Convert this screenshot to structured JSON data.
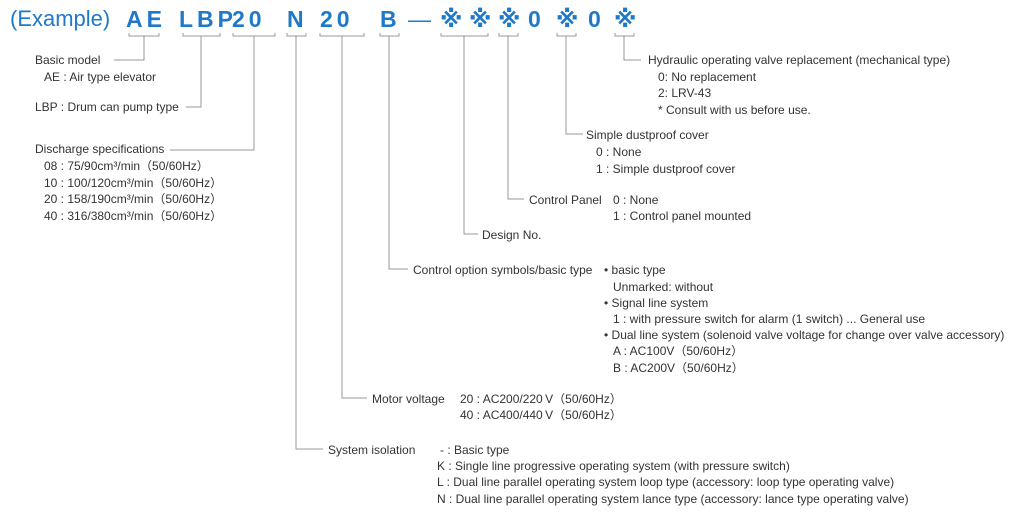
{
  "heading": "(Example)",
  "code": {
    "ae": "AE",
    "lbp": "LBP",
    "discharge": "20",
    "motor": "N",
    "isolation": "20",
    "control": "B",
    "dash": "—",
    "design1": "※",
    "design2": "※",
    "panel": "※",
    "cover": "0",
    "valve_mark": "※",
    "valve": "0",
    "end_mark": "※"
  },
  "basic_model": {
    "title": "Basic model",
    "value": "AE : Air type elevator"
  },
  "lbp": {
    "title": "LBP : Drum can pump type"
  },
  "discharge": {
    "title": "Discharge specifications",
    "items": [
      "08 :  75/90cm³/min（50/60Hz）",
      "10 : 100/120cm³/min（50/60Hz）",
      "20 : 158/190cm³/min（50/60Hz）",
      "40 : 316/380cm³/min（50/60Hz）"
    ]
  },
  "valve_replacement": {
    "title": "Hydraulic operating valve replacement (mechanical type)",
    "items": [
      "0: No replacement",
      "2: LRV-43",
      "* Consult with us before use."
    ]
  },
  "dust_cover": {
    "title": "Simple dustproof cover",
    "items": [
      "0 : None",
      "1 : Simple dustproof cover"
    ]
  },
  "control_panel": {
    "title": "Control Panel",
    "items": [
      "0 : None",
      "1 : Control panel mounted"
    ]
  },
  "design_no": {
    "title": "Design No."
  },
  "control_option": {
    "title": "Control option symbols/basic type",
    "items": [
      "• basic type",
      "Unmarked: without",
      "• Signal line system",
      "1 : with pressure switch for alarm (1 switch) ... General use",
      "• Dual line system (solenoid valve voltage for change over valve accessory)",
      "A : AC100V（50/60Hz）",
      "B : AC200V（50/60Hz）"
    ]
  },
  "motor_voltage": {
    "title": "Motor voltage",
    "items": [
      "20 : AC200/220 V（50/60Hz）",
      "40 : AC400/440 V（50/60Hz）"
    ]
  },
  "system_isolation": {
    "title": "System isolation",
    "items": [
      "- : Basic type",
      "K : Single line progressive operating system (with pressure switch)",
      "L : Dual line parallel operating system loop type (accessory: loop type operating valve)",
      "N : Dual line parallel operating system lance type (accessory: lance type operating valve)"
    ]
  },
  "colors": {
    "accent": "#1f78c8",
    "text": "#333333",
    "bracket": "#999999"
  }
}
